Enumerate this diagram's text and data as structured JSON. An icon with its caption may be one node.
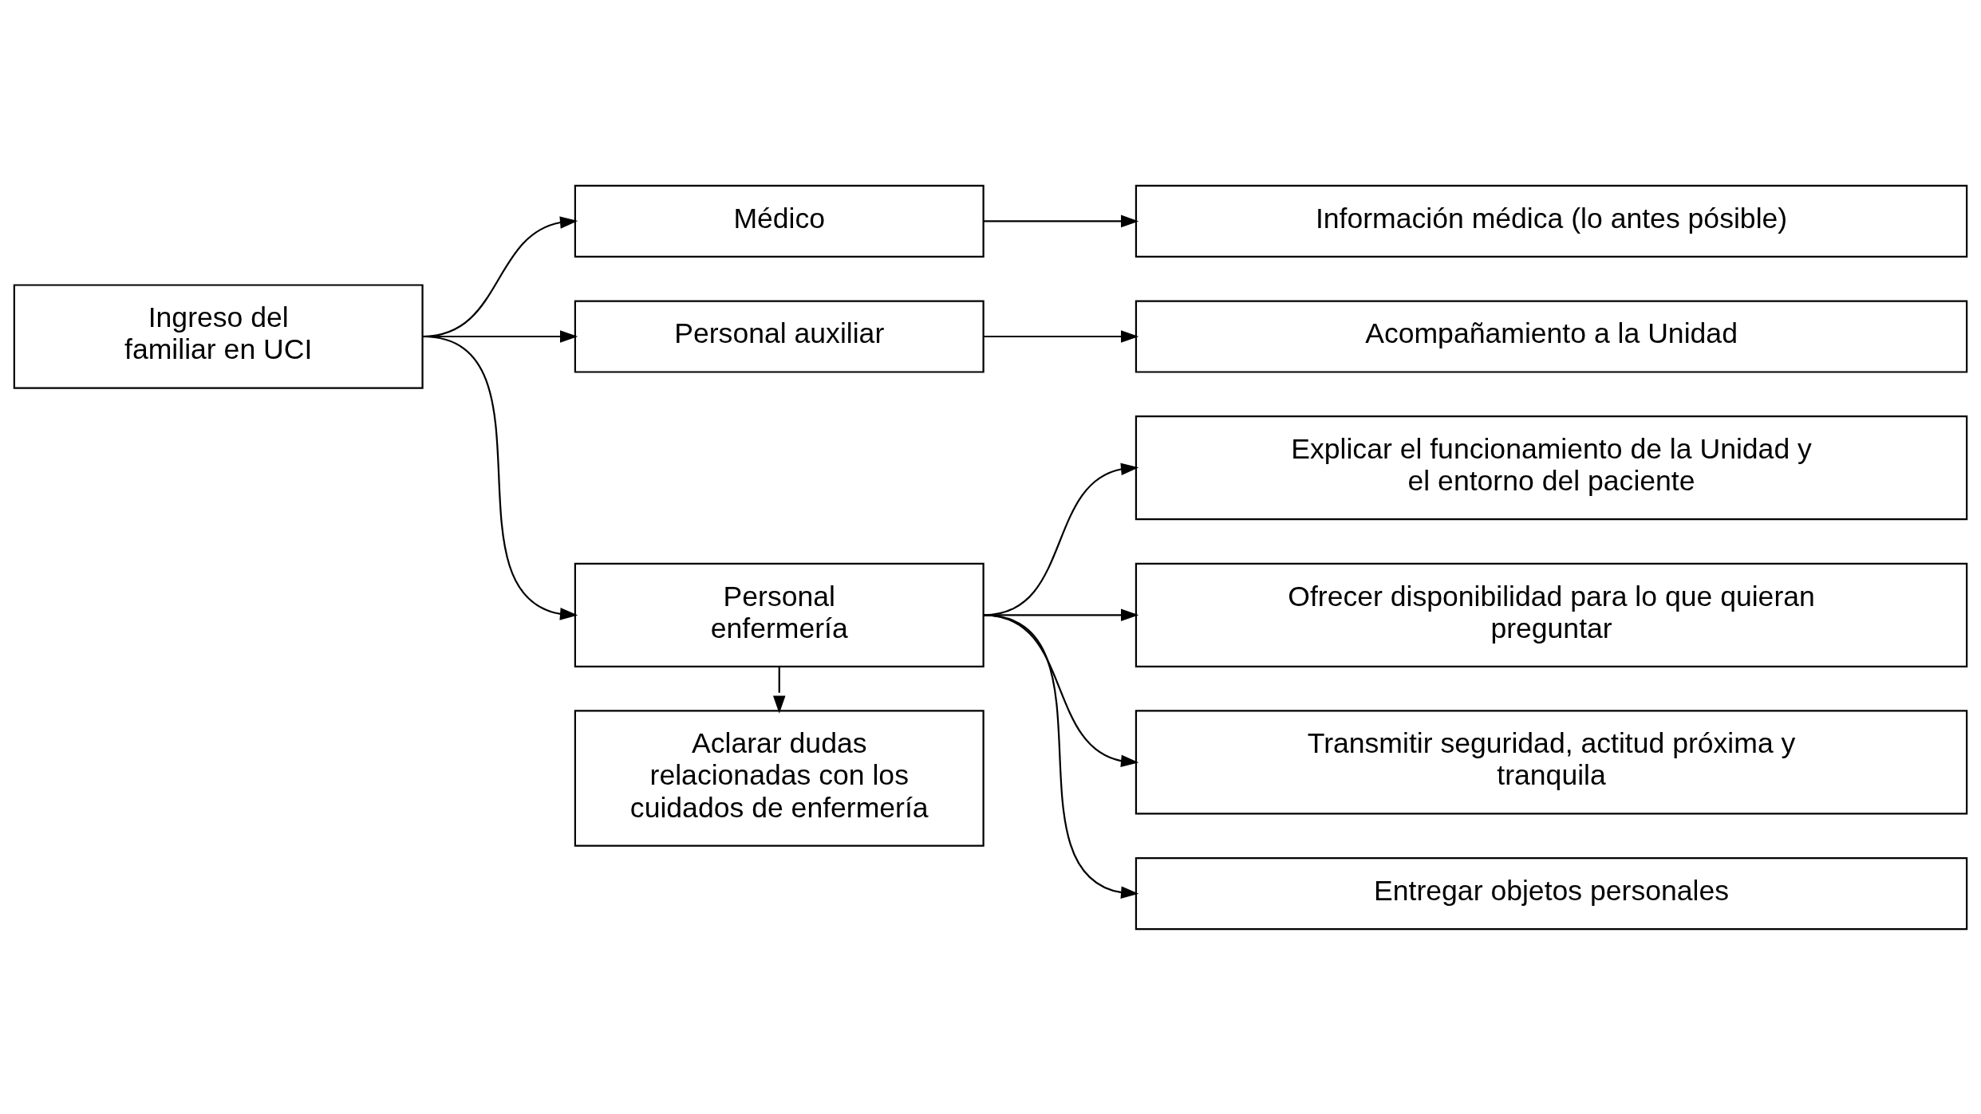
{
  "diagram": {
    "nodes": [
      {
        "text": [
          "Ingreso del familiar en UCI"
        ]
      },
      {
        "text": [
          "Médico"
        ]
      },
      {
        "text": [
          "Personal auxiliar"
        ]
      },
      {
        "text": [
          "Personal enfermería"
        ]
      },
      {
        "text": [
          "Aclarar dudas relacionadas con los cuidados de enfermería"
        ]
      },
      {
        "text": [
          "Información médica (lo antes pósible)"
        ]
      },
      {
        "text": [
          "Acompañamiento a la Unidad"
        ]
      },
      {
        "text": [
          "Explicar el funcionamiento de la Unidad y el entorno del paciente"
        ]
      },
      {
        "text": [
          "Ofrecer disponibilidad para lo que quieran preguntar"
        ]
      },
      {
        "text": [
          "Transmitir seguridad, actitud próxima y tranquila"
        ]
      },
      {
        "text": [
          "Entregar objetos personales"
        ]
      }
    ],
    "edges": [
      {
        "from": 0,
        "to": 1,
        "arrow": "to"
      },
      {
        "from": 0,
        "to": 2,
        "arrow": "to"
      },
      {
        "from": 0,
        "to": 3,
        "arrow": "to"
      },
      {
        "from": 1,
        "to": 5,
        "arrow": "to"
      },
      {
        "from": 2,
        "to": 6,
        "arrow": "to"
      },
      {
        "from": 3,
        "to": 4,
        "arrow": "to"
      },
      {
        "from": 3,
        "to": 7,
        "arrow": "to"
      },
      {
        "from": 3,
        "to": 8,
        "arrow": "to"
      },
      {
        "from": 3,
        "to": 9,
        "arrow": "to"
      },
      {
        "from": 3,
        "to": 10,
        "arrow": "to"
      }
    ]
  }
}
